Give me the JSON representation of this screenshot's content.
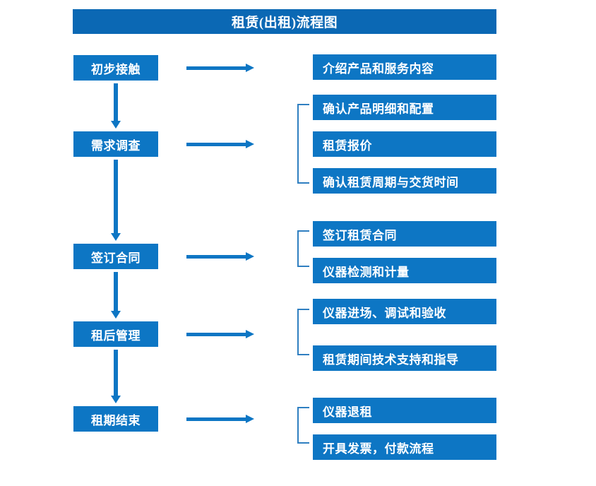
{
  "diagram": {
    "title": "租赁(出租)流程图",
    "colors": {
      "title_bar": "#0b68b4",
      "box_fill": "#0d76c4",
      "arrow": "#0d76c4",
      "bracket": "#2f7fc1",
      "text": "#ffffff",
      "background": "#ffffff"
    },
    "stages": [
      {
        "label": "初步接触"
      },
      {
        "label": "需求调查"
      },
      {
        "label": "签订合同"
      },
      {
        "label": "租后管理"
      },
      {
        "label": "租期结束"
      }
    ],
    "details": [
      {
        "label": "介绍产品和服务内容"
      },
      {
        "label": "确认产品明细和配置"
      },
      {
        "label": "租赁报价"
      },
      {
        "label": "确认租赁周期与交货时间"
      },
      {
        "label": "签订租赁合同"
      },
      {
        "label": "仪器检测和计量"
      },
      {
        "label": "仪器进场、调试和验收"
      },
      {
        "label": "租赁期间技术支持和指导"
      },
      {
        "label": "仪器退租"
      },
      {
        "label": "开具发票，付款流程"
      }
    ],
    "groups": [
      {
        "stage": "初步接触",
        "items": [
          "介绍产品和服务内容"
        ],
        "bracketed": false
      },
      {
        "stage": "需求调查",
        "items": [
          "确认产品明细和配置",
          "租赁报价",
          "确认租赁周期与交货时间"
        ],
        "bracketed": true
      },
      {
        "stage": "签订合同",
        "items": [
          "签订租赁合同",
          "仪器检测和计量"
        ],
        "bracketed": true
      },
      {
        "stage": "租后管理",
        "items": [
          "仪器进场、调试和验收",
          "租赁期间技术支持和指导"
        ],
        "bracketed": true
      },
      {
        "stage": "租期结束",
        "items": [
          "仪器退租",
          "开具发票，付款流程"
        ],
        "bracketed": true
      }
    ],
    "flow_arrows": {
      "horizontal_count": 5,
      "vertical_count": 4
    }
  }
}
